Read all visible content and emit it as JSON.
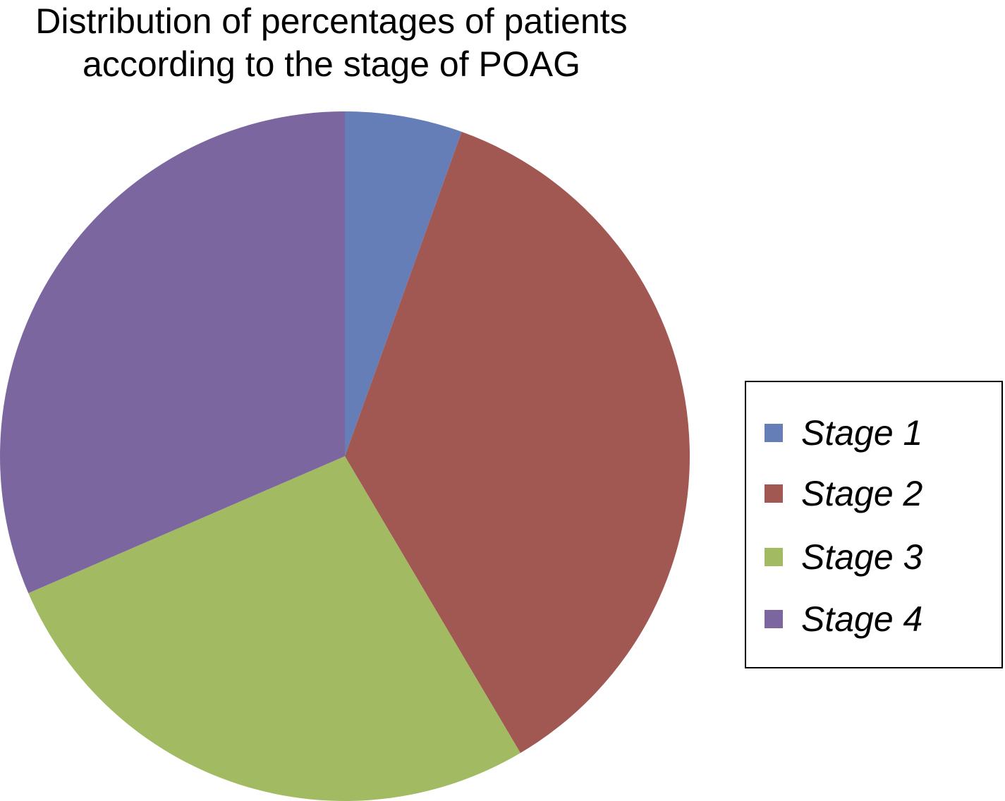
{
  "chart_data": {
    "type": "pie",
    "title": "Distribution of percentages of patients according to the stage of POAG",
    "title_lines": [
      "Distribution of percentages of patients",
      "according to the stage of POAG"
    ],
    "categories": [
      "Stage 1",
      "Stage 2",
      "Stage 3",
      "Stage 4"
    ],
    "values": [
      5.5,
      36.0,
      27.0,
      31.5
    ],
    "colors": [
      "#667EB8",
      "#A15752",
      "#A2BA62",
      "#7C66A0"
    ],
    "start_angle": "12 o'clock",
    "direction": "clockwise",
    "legend_position": "right"
  }
}
